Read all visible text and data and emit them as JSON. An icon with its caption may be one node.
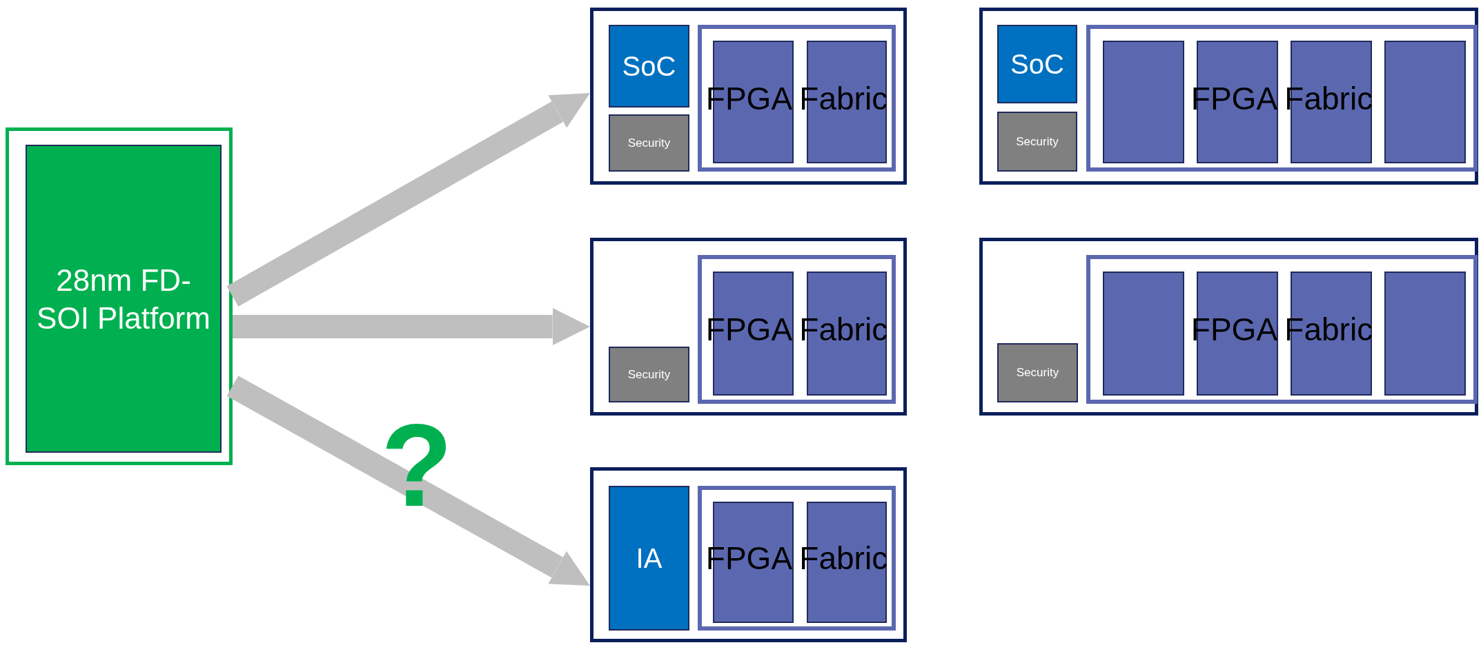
{
  "diagram": {
    "nodes": [
      {
        "text": [],
        "shape": "box"
      },
      {
        "text": [
          "28nm FD-SOI Platform"
        ],
        "in": 0
      },
      {
        "text": [],
        "shape": "box"
      },
      {
        "text": [
          "SoC"
        ],
        "in": 2
      },
      {
        "text": [
          "Security"
        ],
        "in": 2
      },
      {
        "text": [
          "FPGA Fabric"
        ],
        "in": 2
      },
      {
        "text": [],
        "shape": "box",
        "in": 5
      },
      {
        "text": [],
        "shape": "box",
        "in": 5
      },
      {
        "text": [],
        "shape": "box"
      },
      {
        "text": [
          "SoC"
        ],
        "in": 8
      },
      {
        "text": [
          "Security"
        ],
        "in": 8
      },
      {
        "text": [
          "FPGA Fabric"
        ],
        "in": 8
      },
      {
        "text": [],
        "shape": "box",
        "in": 11
      },
      {
        "text": [],
        "shape": "box",
        "in": 11
      },
      {
        "text": [],
        "shape": "box",
        "in": 11
      },
      {
        "text": [],
        "shape": "box",
        "in": 11
      },
      {
        "text": [],
        "shape": "box"
      },
      {
        "text": [
          "Security"
        ],
        "in": 16
      },
      {
        "text": [
          "FPGA Fabric"
        ],
        "in": 16
      },
      {
        "text": [],
        "shape": "box",
        "in": 18
      },
      {
        "text": [],
        "shape": "box",
        "in": 18
      },
      {
        "text": [],
        "shape": "box"
      },
      {
        "text": [
          "Security"
        ],
        "in": 21
      },
      {
        "text": [
          "FPGA Fabric"
        ],
        "in": 21
      },
      {
        "text": [],
        "shape": "box",
        "in": 23
      },
      {
        "text": [],
        "shape": "box",
        "in": 23
      },
      {
        "text": [],
        "shape": "box",
        "in": 23
      },
      {
        "text": [],
        "shape": "box",
        "in": 23
      },
      {
        "text": [],
        "shape": "box"
      },
      {
        "text": [
          "IA"
        ],
        "in": 28
      },
      {
        "text": [
          "FPGA Fabric"
        ],
        "in": 28
      },
      {
        "text": [],
        "shape": "box",
        "in": 30
      },
      {
        "text": [],
        "shape": "box",
        "in": 30
      }
    ],
    "edges": [
      {
        "from": 0,
        "to": 2,
        "arrow": "to"
      },
      {
        "from": 0,
        "to": 16,
        "arrow": "to"
      },
      {
        "from": 0,
        "to": 28,
        "arrow": "to"
      }
    ],
    "labels": [
      "?"
    ]
  }
}
